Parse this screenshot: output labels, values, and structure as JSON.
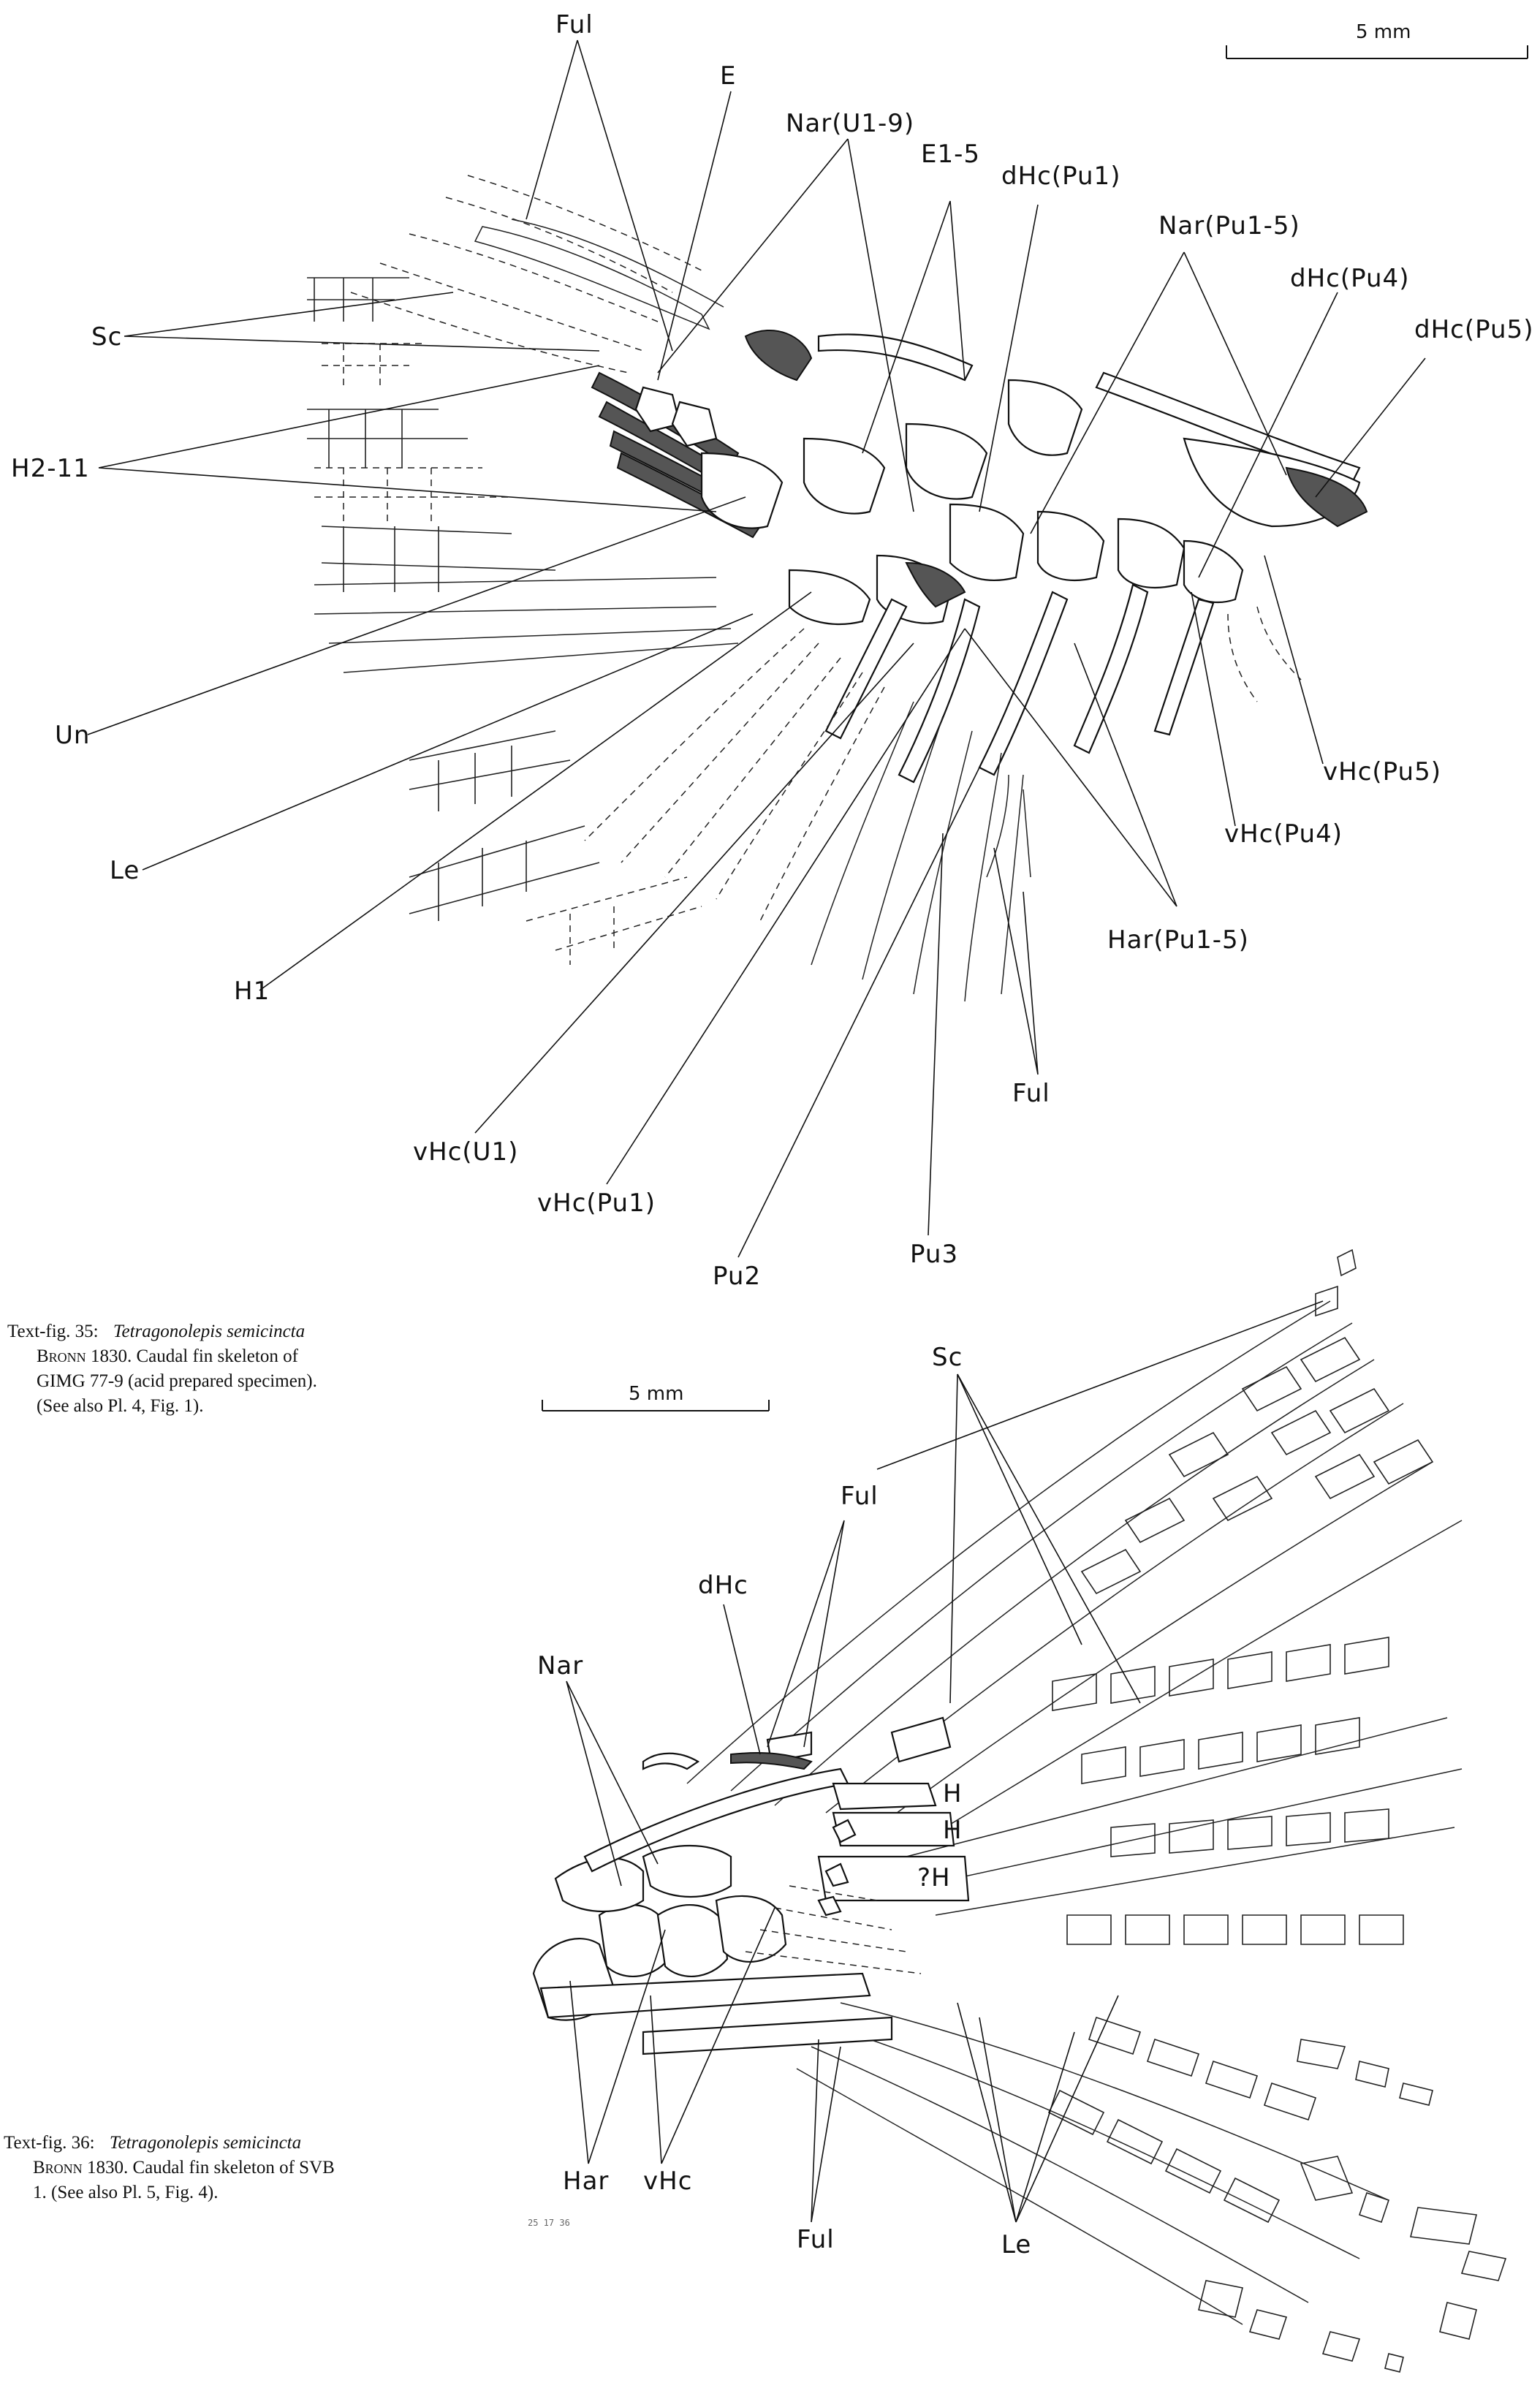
{
  "fig35": {
    "scale_bar": "5 mm",
    "labels": {
      "ful_top": "Ful",
      "e": "E",
      "nar_u": "Nar(U1-9)",
      "e15": "E1-5",
      "dhc_pu1": "dHc(Pu1)",
      "nar_pu": "Nar(Pu1-5)",
      "dhc_pu4": "dHc(Pu4)",
      "dhc_pu5": "dHc(Pu5)",
      "sc": "Sc",
      "h211": "H2-11",
      "un": "Un",
      "le": "Le",
      "h1": "H1",
      "vhc_pu5": "vHc(Pu5)",
      "vhc_pu4": "vHc(Pu4)",
      "har_pu": "Har(Pu1-5)",
      "ful_bottom": "Ful",
      "vhc_u1": "vHc(U1)",
      "vhc_pu1": "vHc(Pu1)",
      "pu3": "Pu3",
      "pu2": "Pu2"
    },
    "caption": {
      "prefix": "Text-fig. 35:",
      "species": "Tetragonolepis semicincta",
      "author": "Bronn",
      "text1": "1830. Caudal fin skeleton of",
      "text2": "GIMG 77-9 (acid prepared specimen).",
      "text3": "(See also Pl. 4, Fig. 1)."
    }
  },
  "fig36": {
    "scale_bar": "5 mm",
    "labels": {
      "sc": "Sc",
      "ful_top": "Ful",
      "dhc": "dHc",
      "nar": "Nar",
      "h1": "H",
      "h2": "H",
      "qh": "?H",
      "har": "Har",
      "vhc": "vHc",
      "ful_bottom": "Ful",
      "le": "Le"
    },
    "caption": {
      "prefix": "Text-fig. 36:",
      "species": "Tetragonolepis semicincta",
      "author": "Bronn",
      "text1": "1830. Caudal fin skeleton of SVB",
      "text2": "1. (See also Pl. 5, Fig. 4)."
    },
    "stamp": "25 17 36"
  }
}
